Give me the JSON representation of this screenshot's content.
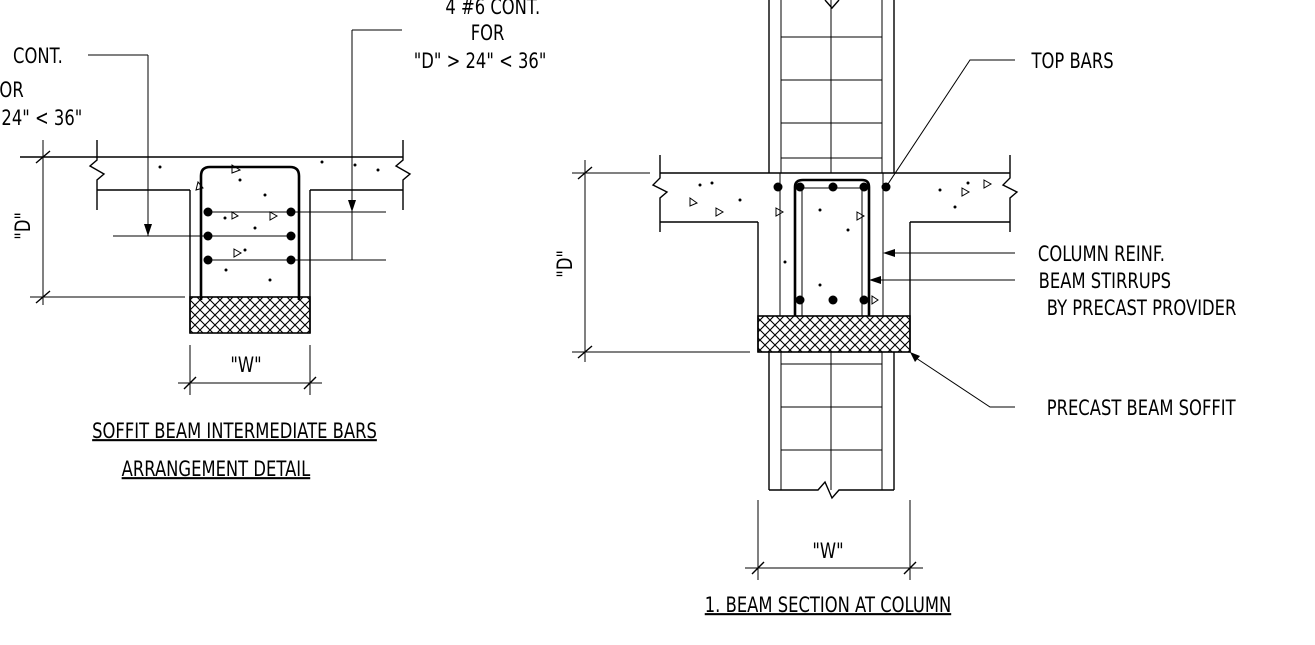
{
  "left_detail": {
    "callout_left": {
      "line1": "CONT.",
      "line2": "OR",
      "line3": "24\"  <  36\""
    },
    "callout_right": {
      "line1": "4  #6  CONT.",
      "line2": "FOR",
      "line3": "\"D\"  >  24\"  <  36\""
    },
    "dim_depth": "\"D\"",
    "dim_width": "\"W\"",
    "title_line1": "SOFFIT  BEAM  INTERMEDIATE  BARS",
    "title_line2": "ARRANGEMENT  DETAIL"
  },
  "right_detail": {
    "label_top_bars": "TOP  BARS",
    "label_column_reinf": "COLUMN  REINF.",
    "label_beam_stirrups": "BEAM  STIRRUPS",
    "label_by_precast": "BY  PRECAST  PROVIDER",
    "label_precast_soffit": "PRECAST  BEAM  SOFFIT",
    "dim_depth": "\"D\"",
    "dim_width": "\"W\"",
    "title": "1.     BEAM  SECTION  AT  COLUMN"
  }
}
